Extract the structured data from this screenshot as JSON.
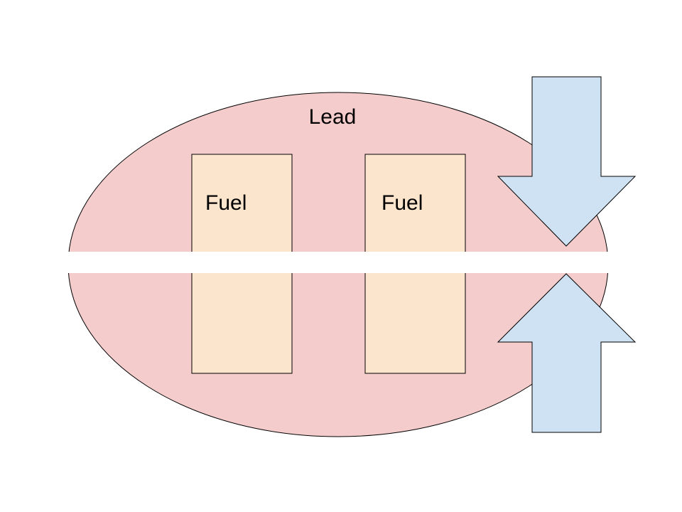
{
  "diagram": {
    "lead_label": "Lead",
    "fuel_labels": [
      "Fuel",
      "Fuel"
    ],
    "colors": {
      "background": "#ffffff",
      "lead_fill": "#f4cccc",
      "fuel_fill": "#fce5cd",
      "arrow_fill": "#cfe2f3",
      "outline": "#000000",
      "gap_fill": "#ffffff"
    }
  }
}
